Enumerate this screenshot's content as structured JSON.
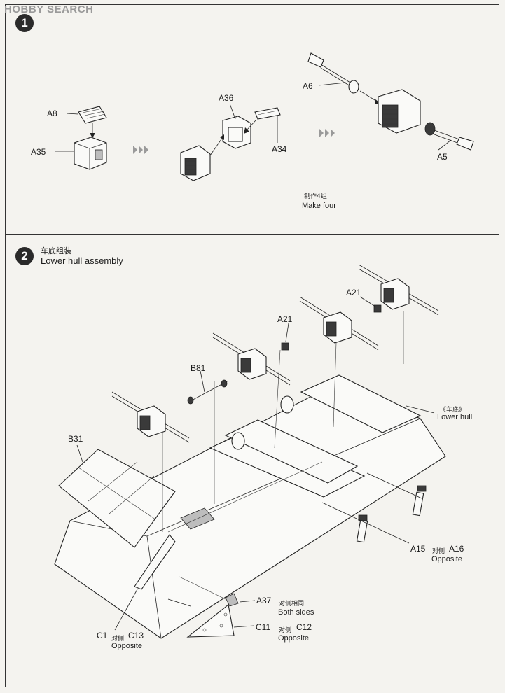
{
  "watermark": "HOBBY SEARCH",
  "step1": {
    "number": "1",
    "labels": {
      "a8": "A8",
      "a35": "A35",
      "a36": "A36",
      "a34": "A34",
      "a6": "A6",
      "a5": "A5"
    },
    "note_cn": "制作4组",
    "note_en": "Make four"
  },
  "step2": {
    "number": "2",
    "title_cn": "车底组装",
    "title_en": "Lower hull assembly",
    "labels": {
      "a21_top": "A21",
      "a21_mid": "A21",
      "b81": "B81",
      "b31": "B31",
      "hull_cn": "《车底》",
      "hull_en": "Lower hull",
      "a15": "A15",
      "a15_cn": "对侧",
      "a16": "A16",
      "a15_en": "Opposite",
      "a37": "A37",
      "a37_cn": "对侧相同",
      "a37_en": "Both sides",
      "c1": "C1",
      "c1_cn": "对侧",
      "c13": "C13",
      "c1_en": "Opposite",
      "c11": "C11",
      "c11_cn": "对侧",
      "c12": "C12",
      "c11_en": "Opposite"
    }
  }
}
